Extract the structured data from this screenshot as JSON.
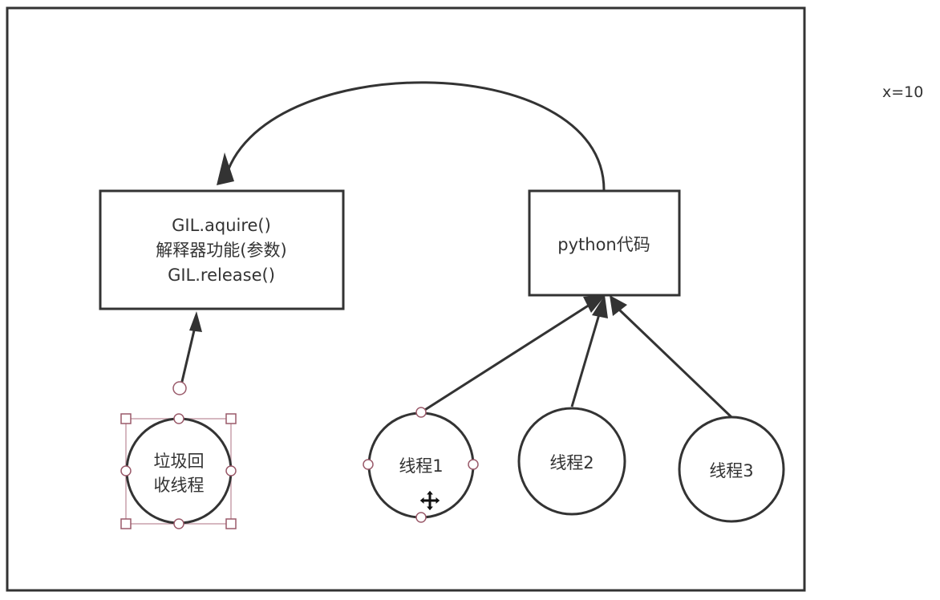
{
  "gil_box": {
    "line1": "GIL.aquire()",
    "line2": "解释器功能(参数)",
    "line3": "GIL.release()"
  },
  "python_box": {
    "label": "python代码"
  },
  "gc_circle": {
    "line1": "垃圾回",
    "line2": "收线程"
  },
  "thread1": {
    "label": "线程1"
  },
  "thread2": {
    "label": "线程2"
  },
  "thread3": {
    "label": "线程3"
  },
  "side_note": "x=10",
  "colors": {
    "stroke": "#333333",
    "selection": "#b07080",
    "background": "#ffffff"
  }
}
